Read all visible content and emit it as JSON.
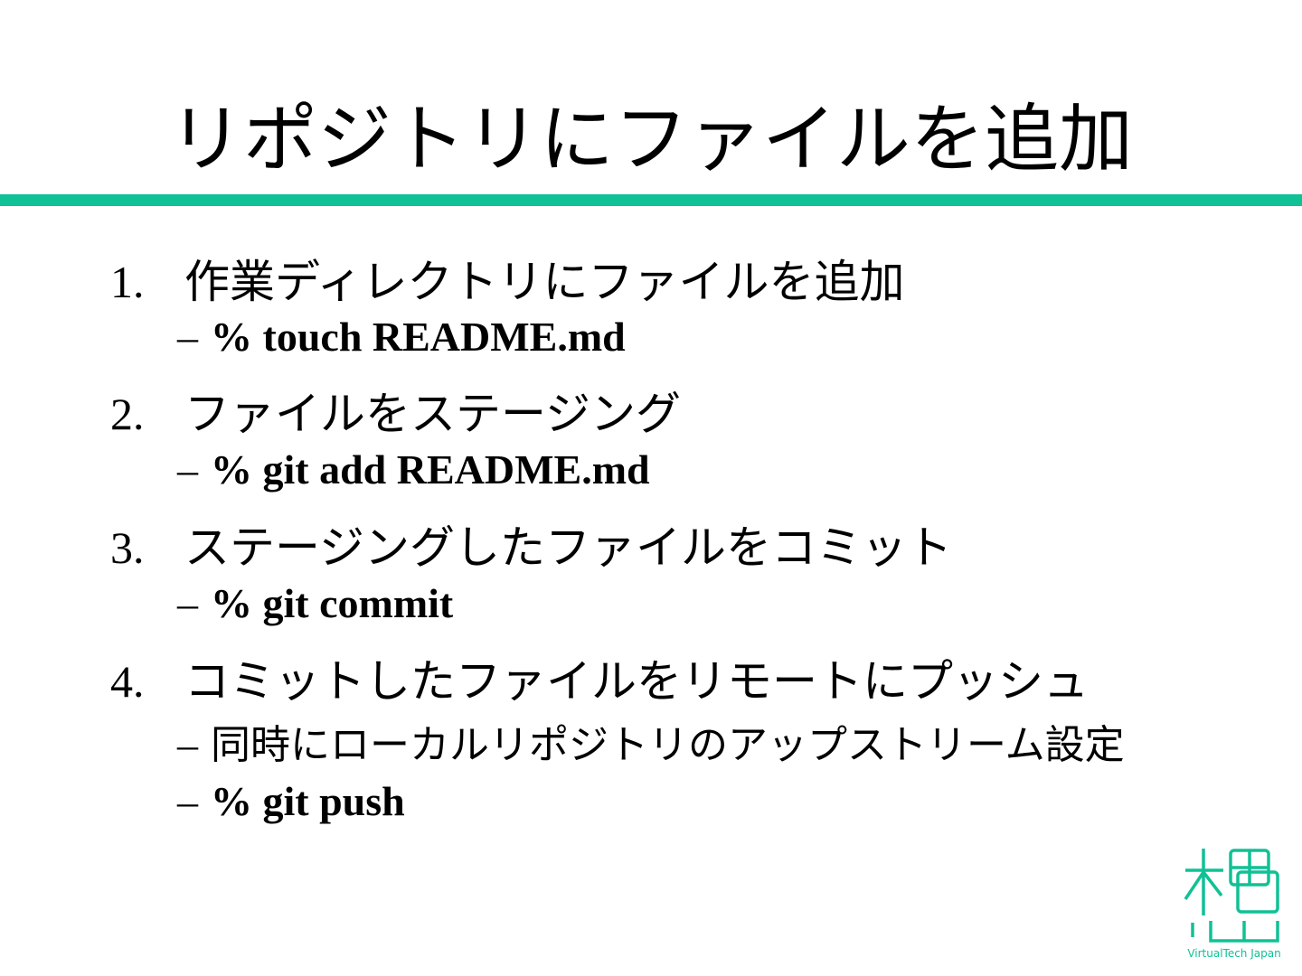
{
  "slide": {
    "title": "リポジトリにファイルを追加",
    "accent_color": "#10c195",
    "items": [
      {
        "number": "1.",
        "text": "作業ディレクトリにファイルを追加",
        "subs": [
          {
            "dash": "–",
            "text": "% touch README.md"
          }
        ]
      },
      {
        "number": "2.",
        "text": "ファイルをステージング",
        "subs": [
          {
            "dash": "–",
            "text": "% git add README.md"
          }
        ]
      },
      {
        "number": "3.",
        "text": "ステージングしたファイルをコミット",
        "subs": [
          {
            "dash": "–",
            "text": "% git commit"
          }
        ]
      },
      {
        "number": "4.",
        "text": "コミットしたファイルをリモートにプッシュ",
        "subs": [
          {
            "dash": "–",
            "text": "同時にローカルリポジトリのアップストリーム設定"
          },
          {
            "dash": "–",
            "text": "% git push"
          }
        ]
      }
    ],
    "logo": {
      "icon": "virtualtech-logo-icon",
      "text": "VirtualTech Japan"
    }
  }
}
